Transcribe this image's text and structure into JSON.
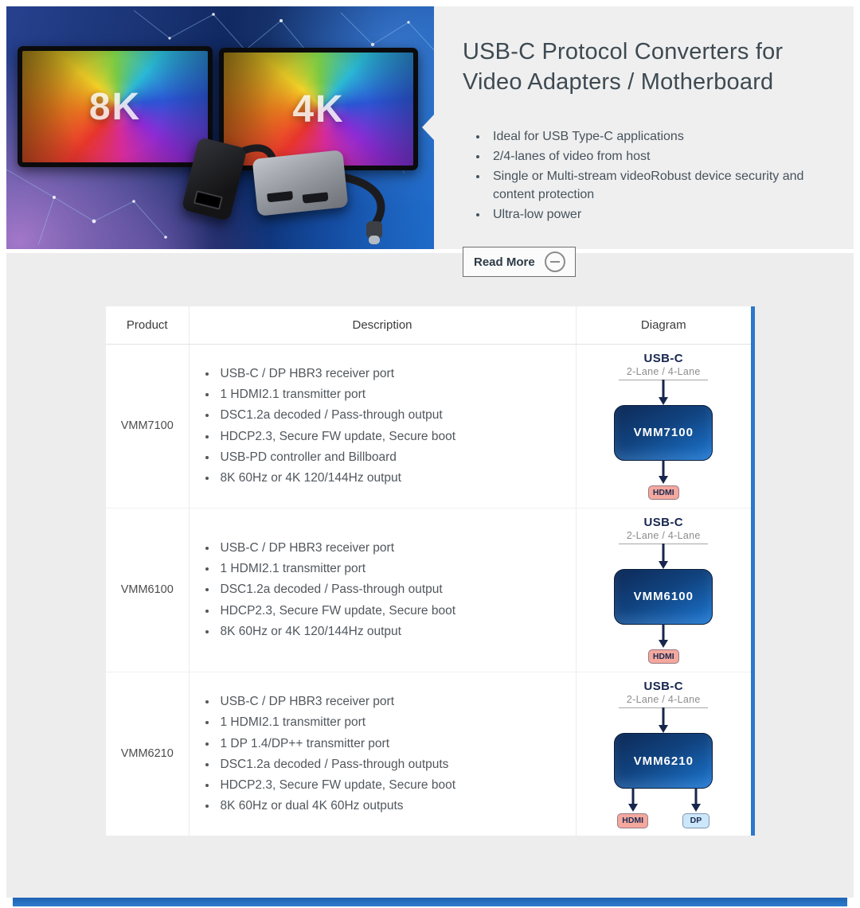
{
  "hero": {
    "title": "USB-C Protocol Converters for Video Adapters / Motherboard",
    "bullets": [
      "Ideal for USB Type-C applications",
      "2/4-lanes of video from host",
      "Single or Multi-stream videoRobust device security and content protection",
      "Ultra-low power"
    ],
    "read_more_label": "Read More",
    "monitor_labels": {
      "left": "8K",
      "right": "4K"
    }
  },
  "table": {
    "headers": {
      "product": "Product",
      "description": "Description",
      "diagram": "Diagram"
    },
    "rows": [
      {
        "product": "VMM7100",
        "bullets": [
          "USB-C / DP HBR3 receiver port",
          "1 HDMI2.1 transmitter port",
          "DSC1.2a decoded / Pass-through output",
          "HDCP2.3, Secure FW update, Secure boot",
          "USB-PD controller and Billboard",
          "8K 60Hz or 4K 120/144Hz output"
        ],
        "diagram": {
          "input": "USB-C",
          "lanes": "2-Lane / 4-Lane",
          "chip": "VMM7100",
          "outputs": [
            "HDMI"
          ]
        }
      },
      {
        "product": "VMM6100",
        "bullets": [
          "USB-C / DP HBR3 receiver port",
          "1 HDMI2.1 transmitter port",
          "DSC1.2a decoded / Pass-through output",
          "HDCP2.3, Secure FW update, Secure boot",
          "8K 60Hz or 4K 120/144Hz output"
        ],
        "diagram": {
          "input": "USB-C",
          "lanes": "2-Lane / 4-Lane",
          "chip": "VMM6100",
          "outputs": [
            "HDMI"
          ]
        }
      },
      {
        "product": "VMM6210",
        "bullets": [
          "USB-C / DP HBR3 receiver port",
          "1 HDMI2.1 transmitter port",
          "1 DP 1.4/DP++ transmitter port",
          "DSC1.2a decoded / Pass-through outputs",
          "HDCP2.3, Secure FW update, Secure boot",
          "8K 60Hz or dual 4K 60Hz outputs"
        ],
        "diagram": {
          "input": "USB-C",
          "lanes": "2-Lane / 4-Lane",
          "chip": "VMM6210",
          "outputs": [
            "HDMI",
            "DP"
          ]
        }
      }
    ]
  },
  "colors": {
    "accent_blue": "#2b78cc",
    "bottom_bar_blue": "#2e7ccd",
    "chip_gradient_start": "#0d2a58",
    "chip_gradient_end": "#1b76d2",
    "hdmi_badge_bg": "#f4a89e",
    "dp_badge_bg": "#cde7fa",
    "panel_grey": "#efefef",
    "band_grey": "#ededed"
  }
}
